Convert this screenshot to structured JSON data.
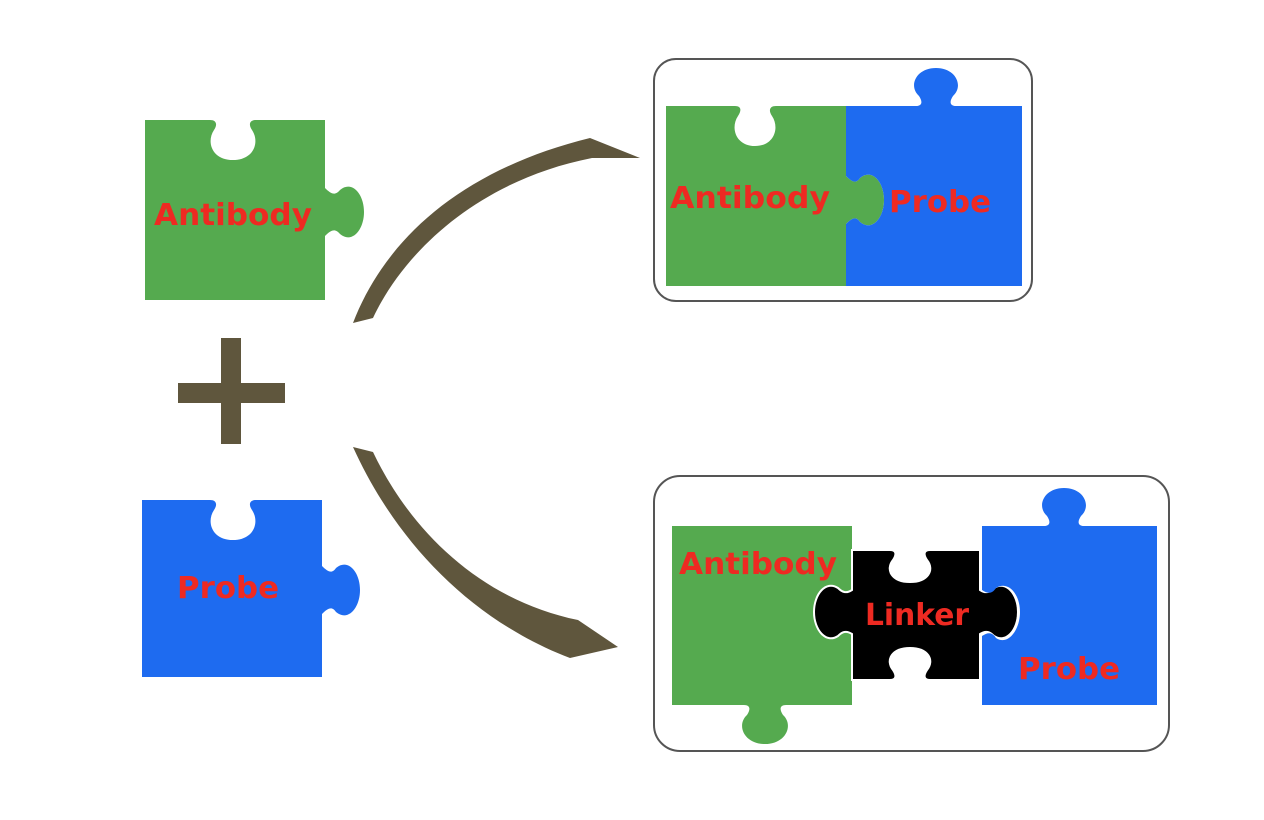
{
  "colors": {
    "antibody": "#55AA4F",
    "probe": "#1E6BF0",
    "linker": "#000000",
    "label": "#EE2A22",
    "arrow": "#5F563D",
    "box_border": "#555555"
  },
  "inputs": {
    "antibody_label": "Antibody",
    "probe_label": "Probe",
    "operator": "plus-icon"
  },
  "direct_conjugate": {
    "antibody_label": "Antibody",
    "probe_label": "Probe"
  },
  "linker_conjugate": {
    "antibody_label": "Antibody",
    "linker_label": "Linker",
    "probe_label": "Probe"
  }
}
